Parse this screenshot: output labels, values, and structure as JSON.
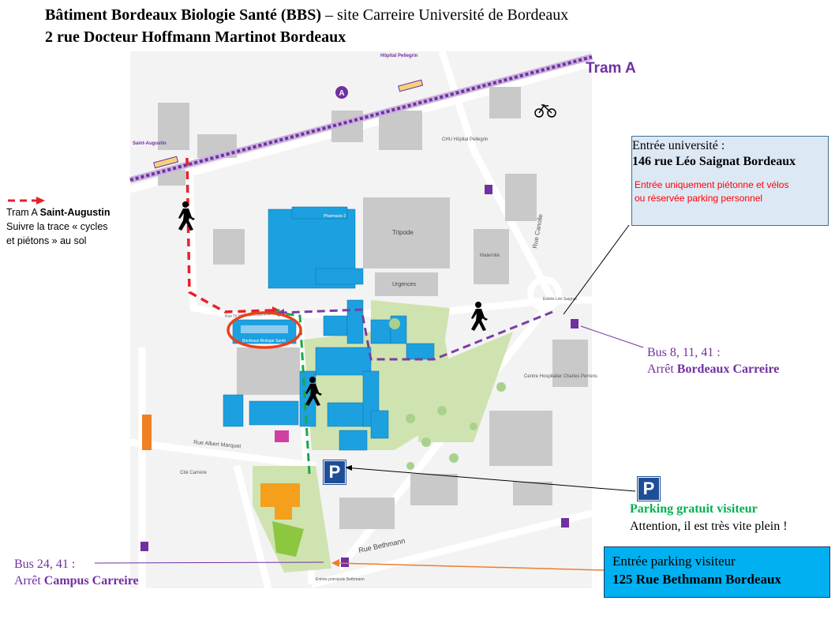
{
  "header": {
    "title_bold": "Bâtiment Bordeaux Biologie Santé (BBS)",
    "title_rest": " – site Carreire Université de Bordeaux",
    "address": "2 rue Docteur Hoffmann  Martinot Bordeaux"
  },
  "map_labels": {
    "tram_line": "Tram A",
    "tram_station_badge": "A",
    "saint_augustin": "Saint-Augustin",
    "hopital_pellegrin": "Hôpital Pellegrin",
    "chu": "CHU Hôpital Pellegrin",
    "tripode": "Tripode",
    "urgences": "Urgences",
    "maternite": "Maternité",
    "rue_canolle": "Rue Canolle",
    "rue_bethmann": "Rue Bethmann",
    "rue_albert_marquet": "Rue Albert Marquet",
    "cite_carreire": "Cité Carreire",
    "centre_hospitalier": "Centre Hospitalier Charles Perrens",
    "bbs_building": "Bordeaux Biologie Santé",
    "pharmacie": "Pharmacie 2",
    "entree_leo_saignat": "Entrée Léo Saignat",
    "entree_bethmann": "Entrée principale Bethmann",
    "rue_dr_hoffmann": "Rue Dr Hoffmann Martinot"
  },
  "legend_tram": {
    "prefix": "Tram A ",
    "station": "Saint-Augustin",
    "line2": "Suivre la trace « cycles",
    "line3": "et piétons » au sol"
  },
  "entree_universite": {
    "label": "Entrée université  :",
    "address": "146 rue Léo Saignat Bordeaux",
    "note_line1": "Entrée uniquement  piétonne et vélos",
    "note_line2": "ou réservée parking personnel"
  },
  "bus_carreire": {
    "lines": "Bus 8, 11, 41 :",
    "stop_prefix": "Arrêt ",
    "stop_name": "Bordeaux Carreire"
  },
  "parking": {
    "icon_letter": "P",
    "title": "Parking gratuit visiteur",
    "warning": "Attention,  il est très vite plein  !"
  },
  "bus_campus": {
    "lines": "Bus 24, 41 :",
    "stop_prefix": "Arrêt ",
    "stop_name": "Campus Carreire"
  },
  "entree_parking": {
    "label": "Entrée parking  visiteur",
    "address": "125 Rue Bethmann  Bordeaux"
  },
  "colors": {
    "tram": "#7030a0",
    "building": "#1ca0e0",
    "green_area": "#cfe3b0",
    "red_path": "#e8202a",
    "green_path": "#1aa64a",
    "purple_path": "#7a3ea0",
    "highlight": "#e8401c"
  }
}
